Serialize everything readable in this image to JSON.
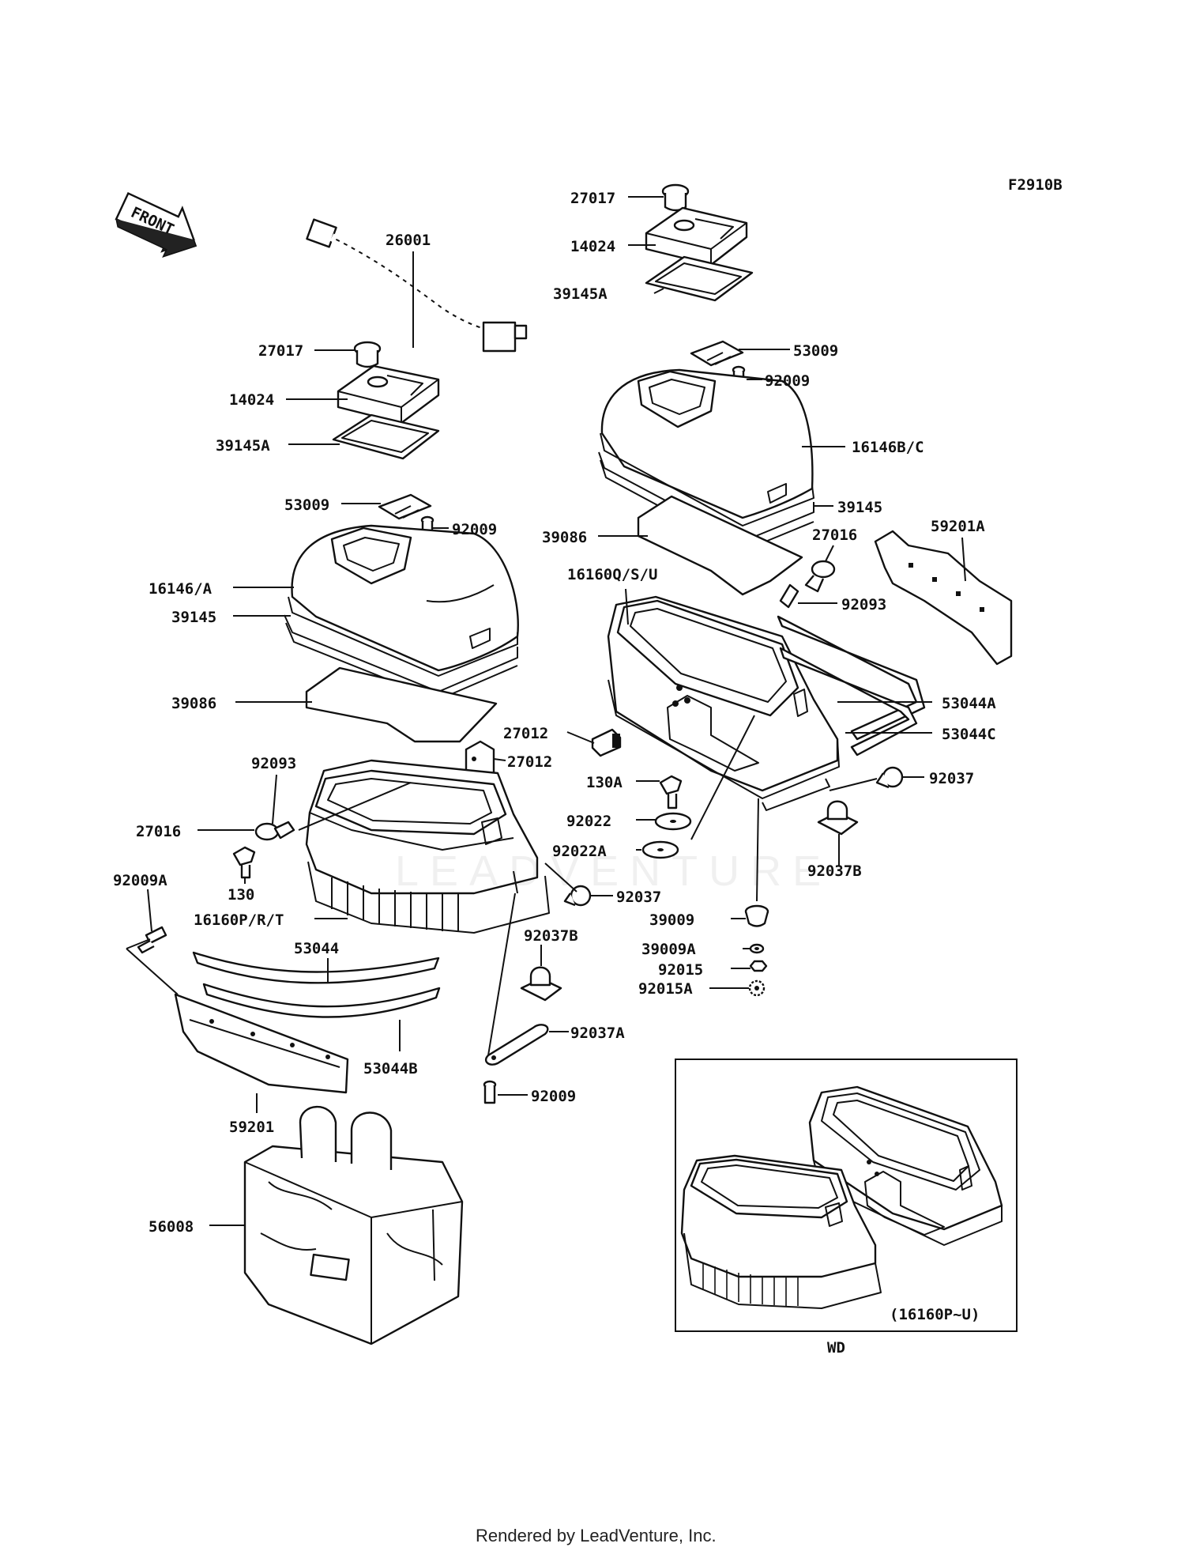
{
  "figure_code": "F2910B",
  "front_label": "FRONT",
  "footer": "Rendered by LeadVenture, Inc.",
  "watermark": "LEADVENTURE",
  "inset": {
    "caption": "(16160P~U)",
    "label": "WD"
  },
  "callouts": [
    {
      "id": "c1",
      "text": "27017"
    },
    {
      "id": "c2",
      "text": "14024"
    },
    {
      "id": "c3",
      "text": "39145A"
    },
    {
      "id": "c4",
      "text": "26001"
    },
    {
      "id": "c5",
      "text": "27017"
    },
    {
      "id": "c6",
      "text": "14024"
    },
    {
      "id": "c7",
      "text": "39145A"
    },
    {
      "id": "c8",
      "text": "53009"
    },
    {
      "id": "c9",
      "text": "92009"
    },
    {
      "id": "c10",
      "text": "53009"
    },
    {
      "id": "c11",
      "text": "92009"
    },
    {
      "id": "c12",
      "text": "16146B/C"
    },
    {
      "id": "c13",
      "text": "39145"
    },
    {
      "id": "c14",
      "text": "59201A"
    },
    {
      "id": "c15",
      "text": "39086"
    },
    {
      "id": "c16",
      "text": "27016"
    },
    {
      "id": "c17",
      "text": "16146/A"
    },
    {
      "id": "c18",
      "text": "16160Q/S/U"
    },
    {
      "id": "c19",
      "text": "92093"
    },
    {
      "id": "c20",
      "text": "39145"
    },
    {
      "id": "c21",
      "text": "39086"
    },
    {
      "id": "c22",
      "text": "53044A"
    },
    {
      "id": "c23",
      "text": "27012"
    },
    {
      "id": "c24",
      "text": "53044C"
    },
    {
      "id": "c25",
      "text": "92093"
    },
    {
      "id": "c26",
      "text": "27012"
    },
    {
      "id": "c27",
      "text": "130A"
    },
    {
      "id": "c28",
      "text": "92037"
    },
    {
      "id": "c29",
      "text": "92022"
    },
    {
      "id": "c30",
      "text": "27016"
    },
    {
      "id": "c31",
      "text": "92022A"
    },
    {
      "id": "c32",
      "text": "92037B"
    },
    {
      "id": "c33",
      "text": "130"
    },
    {
      "id": "c34",
      "text": "92009A"
    },
    {
      "id": "c35",
      "text": "92037"
    },
    {
      "id": "c36",
      "text": "16160P/R/T"
    },
    {
      "id": "c37",
      "text": "39009"
    },
    {
      "id": "c38",
      "text": "53044"
    },
    {
      "id": "c39",
      "text": "92037B"
    },
    {
      "id": "c40",
      "text": "39009A"
    },
    {
      "id": "c41",
      "text": "92015"
    },
    {
      "id": "c42",
      "text": "92015A"
    },
    {
      "id": "c43",
      "text": "92037A"
    },
    {
      "id": "c44",
      "text": "53044B"
    },
    {
      "id": "c45",
      "text": "92009"
    },
    {
      "id": "c46",
      "text": "59201"
    },
    {
      "id": "c47",
      "text": "56008"
    }
  ]
}
